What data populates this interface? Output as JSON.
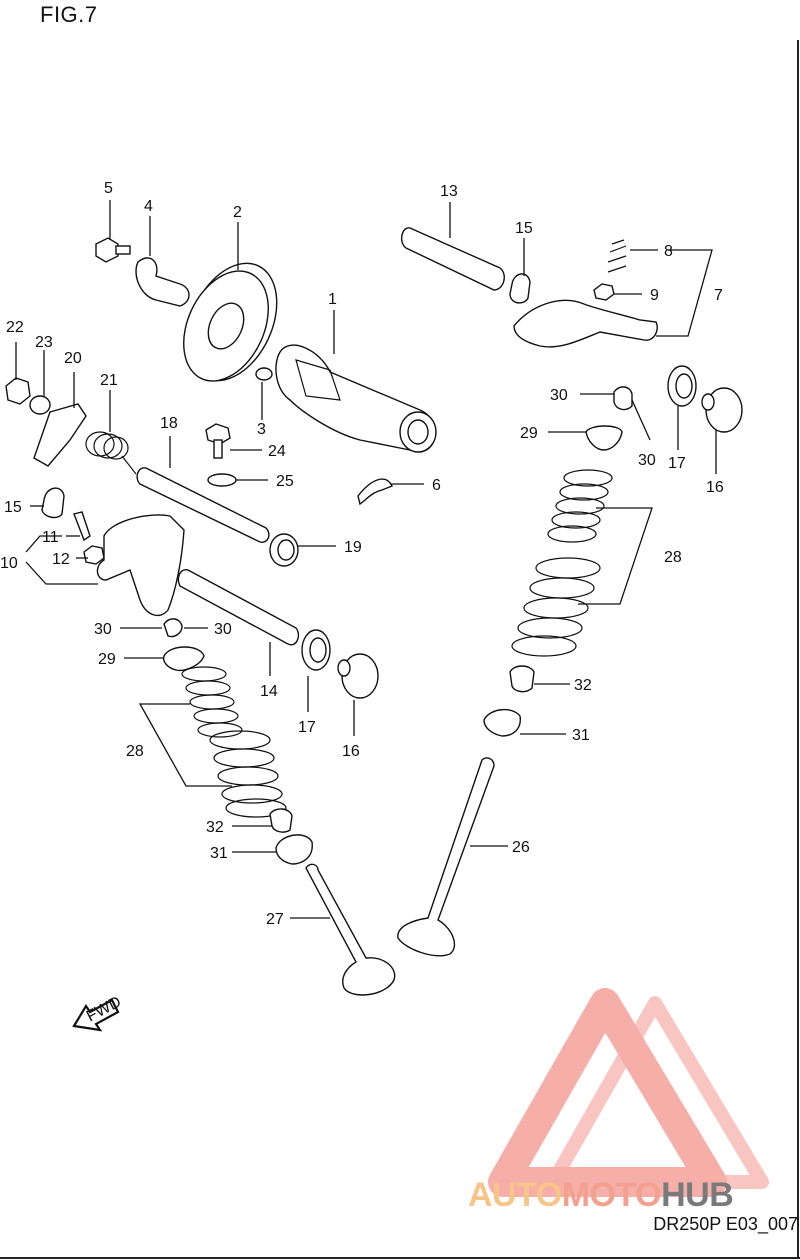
{
  "figure": {
    "title": "FIG.7",
    "code": "DR250P E03_007",
    "fwd_label": "FWD"
  },
  "watermark": {
    "part1": "AUTO",
    "part2": "MOTO",
    "part3": "HUB",
    "color_auto": "#f7c48a",
    "color_moto": "#f3a08f",
    "color_hub": "#7a7a7a",
    "logo_color": "#f4a099"
  },
  "callouts": [
    {
      "id": "c5",
      "text": "5"
    },
    {
      "id": "c4",
      "text": "4"
    },
    {
      "id": "c2",
      "text": "2"
    },
    {
      "id": "c1",
      "text": "1"
    },
    {
      "id": "c3",
      "text": "3"
    },
    {
      "id": "c13",
      "text": "13"
    },
    {
      "id": "c15a",
      "text": "15"
    },
    {
      "id": "c8",
      "text": "8"
    },
    {
      "id": "c9",
      "text": "9"
    },
    {
      "id": "c7",
      "text": "7"
    },
    {
      "id": "c22",
      "text": "22"
    },
    {
      "id": "c23",
      "text": "23"
    },
    {
      "id": "c20",
      "text": "20"
    },
    {
      "id": "c21",
      "text": "21"
    },
    {
      "id": "c18",
      "text": "18"
    },
    {
      "id": "c24",
      "text": "24"
    },
    {
      "id": "c25",
      "text": "25"
    },
    {
      "id": "c6",
      "text": "6"
    },
    {
      "id": "c30a",
      "text": "30"
    },
    {
      "id": "c29a",
      "text": "29"
    },
    {
      "id": "c30b",
      "text": "30"
    },
    {
      "id": "c17a",
      "text": "17"
    },
    {
      "id": "c16a",
      "text": "16"
    },
    {
      "id": "c15b",
      "text": "15"
    },
    {
      "id": "c11",
      "text": "11"
    },
    {
      "id": "c12",
      "text": "12"
    },
    {
      "id": "c10",
      "text": "10"
    },
    {
      "id": "c19",
      "text": "19"
    },
    {
      "id": "c28a",
      "text": "28"
    },
    {
      "id": "c30c",
      "text": "30"
    },
    {
      "id": "c30d",
      "text": "30"
    },
    {
      "id": "c29b",
      "text": "29"
    },
    {
      "id": "c14",
      "text": "14"
    },
    {
      "id": "c17b",
      "text": "17"
    },
    {
      "id": "c16b",
      "text": "16"
    },
    {
      "id": "c32a",
      "text": "32"
    },
    {
      "id": "c31a",
      "text": "31"
    },
    {
      "id": "c28b",
      "text": "28"
    },
    {
      "id": "c32b",
      "text": "32"
    },
    {
      "id": "c31b",
      "text": "31"
    },
    {
      "id": "c26",
      "text": "26"
    },
    {
      "id": "c27",
      "text": "27"
    }
  ]
}
